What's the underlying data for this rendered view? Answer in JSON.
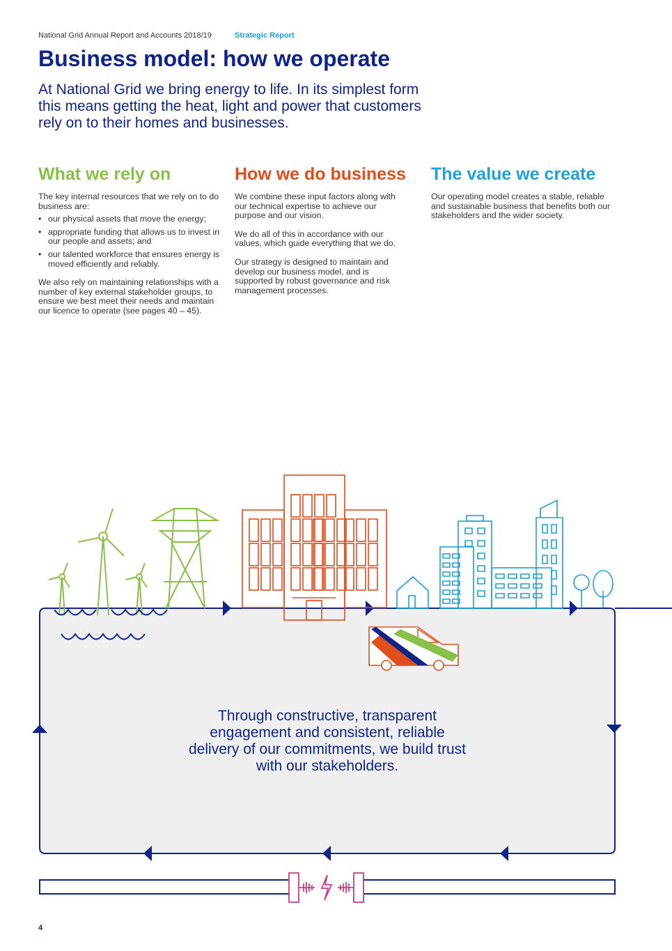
{
  "header": {
    "report_title": "National Grid Annual Report and Accounts 2018/19",
    "section": "Strategic Report"
  },
  "title": "Business model: how we operate",
  "intro": "At National Grid we bring energy to life. In its simplest form this means getting the heat, light and power that customers rely on to their homes and businesses.",
  "columns": [
    {
      "heading": "What we rely on",
      "color": "#8ac04a",
      "para1": "The key internal resources that we rely on to do business are:",
      "bullets": [
        "our physical assets that move the energy;",
        "appropriate funding that allows us to invest in our people and assets; and",
        "our talented workforce that ensures energy is moved efficiently and reliably."
      ],
      "para2": "We also rely on maintaining relationships with a number of key external stakeholder groups, to ensure we best meet their needs and maintain our licence to operate (see pages 40 – 45)."
    },
    {
      "heading": "How we do business",
      "color": "#e04e1b",
      "paras": [
        "We combine these input factors along with our technical expertise to achieve our purpose and our vision.",
        "We do all of this in accordance with our values, which guide everything that we do.",
        "Our strategy is designed to maintain and develop our business model, and is supported by robust governance and risk management processes."
      ]
    },
    {
      "heading": "The value we create",
      "color": "#1fa0d8",
      "paras": [
        "Our operating model creates a stable, reliable and sustainable business that benefits both our stakeholders and the wider society."
      ]
    }
  ],
  "diagram": {
    "quote": "Through constructive, transparent engagement and consistent, reliable delivery of our commitments, we build trust with our stakeholders.",
    "navy": "#10238a",
    "pink": "#c83e8c"
  },
  "page_number": "4"
}
